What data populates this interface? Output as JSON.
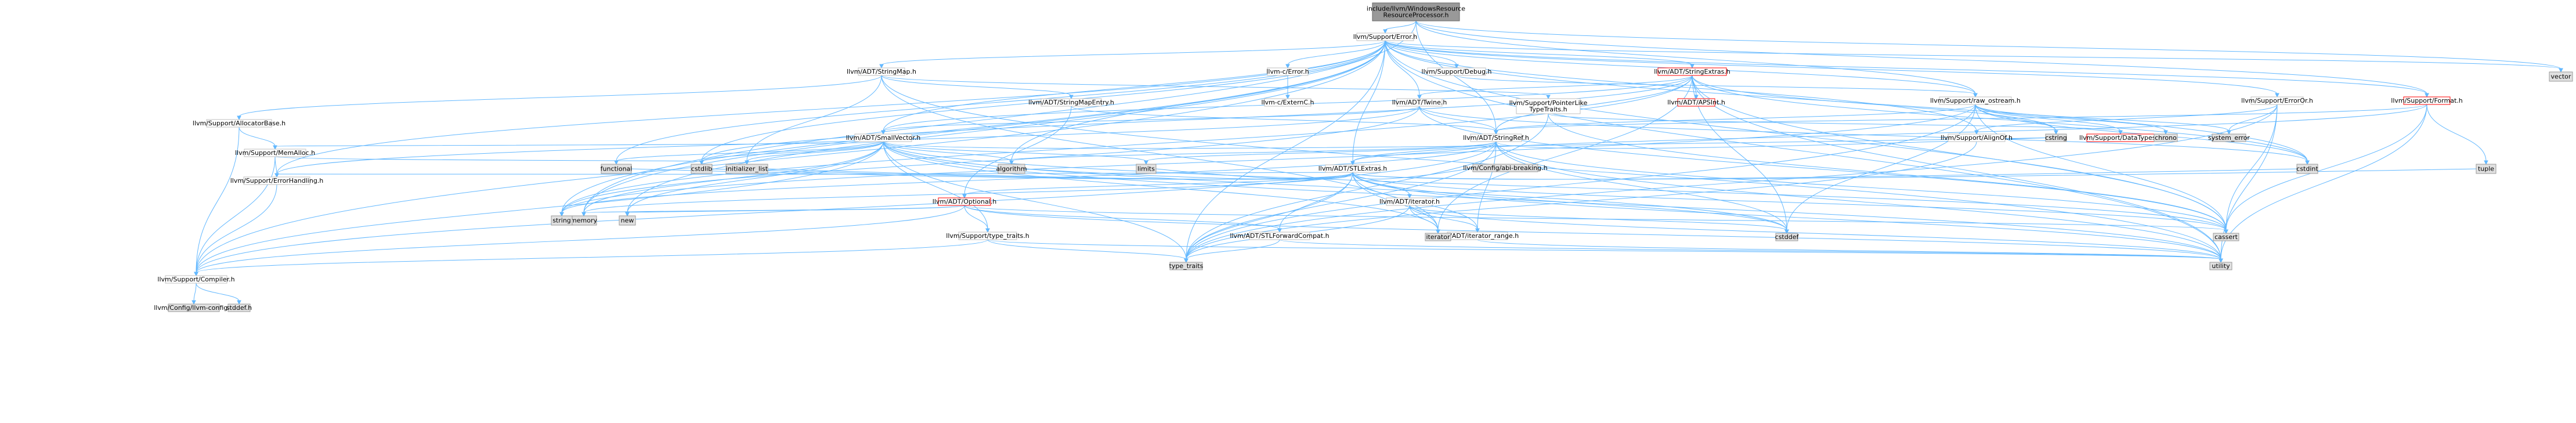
{
  "diagram": {
    "title": "include/llvm/WindowsResource/ResourceProcessor.h",
    "colors": {
      "edge": "#63b8ff",
      "node_fill": "#ffffff",
      "node_border": "#bfbfbf",
      "root_fill": "#999999",
      "external_fill": "#e0e0e0",
      "truncated_text": "#ff0000"
    },
    "nodes": [
      {
        "id": "root",
        "lines": [
          "include/llvm/WindowsResource",
          "ResourceProcessor.h"
        ],
        "kind": "root"
      },
      {
        "id": "error",
        "lines": [
          "llvm/Support/Error.h"
        ],
        "kind": "file"
      },
      {
        "id": "memory",
        "lines": [
          "memory"
        ],
        "kind": "external"
      },
      {
        "id": "vector",
        "lines": [
          "vector"
        ],
        "kind": "external"
      },
      {
        "id": "c_error",
        "lines": [
          "llvm-c/Error.h"
        ],
        "kind": "file"
      },
      {
        "id": "externc",
        "lines": [
          "llvm-c/ExternC.h"
        ],
        "kind": "file"
      },
      {
        "id": "stringextras",
        "lines": [
          "llvm/ADT/StringExtras.h"
        ],
        "kind": "truncated"
      },
      {
        "id": "apsint",
        "lines": [
          "llvm/ADT/APSInt.h"
        ],
        "kind": "truncated"
      },
      {
        "id": "smallvector",
        "lines": [
          "llvm/ADT/SmallVector.h"
        ],
        "kind": "file"
      },
      {
        "id": "stringmap",
        "lines": [
          "llvm/ADT/StringMap.h"
        ],
        "kind": "file"
      },
      {
        "id": "stringmapentry",
        "lines": [
          "llvm/ADT/StringMapEntry.h"
        ],
        "kind": "file"
      },
      {
        "id": "twine",
        "lines": [
          "llvm/ADT/Twine.h"
        ],
        "kind": "file"
      },
      {
        "id": "stringref",
        "lines": [
          "llvm/ADT/StringRef.h"
        ],
        "kind": "file"
      },
      {
        "id": "stlextras",
        "lines": [
          "llvm/ADT/STLExtras.h"
        ],
        "kind": "file"
      },
      {
        "id": "optional",
        "lines": [
          "llvm/ADT/Optional.h"
        ],
        "kind": "truncated"
      },
      {
        "id": "stlforward",
        "lines": [
          "llvm/ADT/STLForwardCompat.h"
        ],
        "kind": "file"
      },
      {
        "id": "iterator_h",
        "lines": [
          "llvm/ADT/iterator.h"
        ],
        "kind": "file"
      },
      {
        "id": "iterator_range",
        "lines": [
          "llvm/ADT/iterator_range.h"
        ],
        "kind": "file"
      },
      {
        "id": "typetraits",
        "lines": [
          "llvm/Support/type_traits.h"
        ],
        "kind": "file"
      },
      {
        "id": "compiler",
        "lines": [
          "llvm/Support/Compiler.h"
        ],
        "kind": "file"
      },
      {
        "id": "config",
        "lines": [
          "llvm/Config/llvm-config.h"
        ],
        "kind": "external"
      },
      {
        "id": "stddef",
        "lines": [
          "stddef.h"
        ],
        "kind": "external"
      },
      {
        "id": "allocbase",
        "lines": [
          "llvm/Support/AllocatorBase.h"
        ],
        "kind": "file"
      },
      {
        "id": "memalloc",
        "lines": [
          "llvm/Support/MemAlloc.h"
        ],
        "kind": "file"
      },
      {
        "id": "errhandling",
        "lines": [
          "llvm/Support/ErrorHandling.h"
        ],
        "kind": "file"
      },
      {
        "id": "debug",
        "lines": [
          "llvm/Support/Debug.h"
        ],
        "kind": "file"
      },
      {
        "id": "ptrlike",
        "lines": [
          "llvm/Support/PointerLike",
          "TypeTraits.h"
        ],
        "kind": "file"
      },
      {
        "id": "rawostream",
        "lines": [
          "llvm/Support/raw_ostream.h"
        ],
        "kind": "file"
      },
      {
        "id": "alignof",
        "lines": [
          "llvm/Support/AlignOf.h"
        ],
        "kind": "file"
      },
      {
        "id": "datatypes",
        "lines": [
          "llvm/Support/DataTypes.h"
        ],
        "kind": "truncated"
      },
      {
        "id": "erroror",
        "lines": [
          "llvm/Support/ErrorOr.h"
        ],
        "kind": "file"
      },
      {
        "id": "format",
        "lines": [
          "llvm/Support/Format.h"
        ],
        "kind": "truncated"
      },
      {
        "id": "abibreaking",
        "lines": [
          "llvm/Config/abi-breaking.h"
        ],
        "kind": "external"
      },
      {
        "id": "algorithm",
        "lines": [
          "algorithm"
        ],
        "kind": "external"
      },
      {
        "id": "cassert",
        "lines": [
          "cassert"
        ],
        "kind": "external"
      },
      {
        "id": "cstddef",
        "lines": [
          "cstddef"
        ],
        "kind": "external"
      },
      {
        "id": "cstdint",
        "lines": [
          "cstdint"
        ],
        "kind": "external"
      },
      {
        "id": "cstdlib",
        "lines": [
          "cstdlib"
        ],
        "kind": "external"
      },
      {
        "id": "cstring",
        "lines": [
          "cstring"
        ],
        "kind": "external"
      },
      {
        "id": "functional",
        "lines": [
          "functional"
        ],
        "kind": "external"
      },
      {
        "id": "initlist",
        "lines": [
          "initializer_list"
        ],
        "kind": "external"
      },
      {
        "id": "iterator",
        "lines": [
          "iterator"
        ],
        "kind": "external"
      },
      {
        "id": "limits",
        "lines": [
          "limits"
        ],
        "kind": "external"
      },
      {
        "id": "new",
        "lines": [
          "new"
        ],
        "kind": "external"
      },
      {
        "id": "string",
        "lines": [
          "string"
        ],
        "kind": "external"
      },
      {
        "id": "typetraits_std",
        "lines": [
          "type_traits"
        ],
        "kind": "external"
      },
      {
        "id": "utility",
        "lines": [
          "utility"
        ],
        "kind": "external"
      },
      {
        "id": "tuple",
        "lines": [
          "tuple"
        ],
        "kind": "external"
      },
      {
        "id": "chrono",
        "lines": [
          "chrono"
        ],
        "kind": "external"
      },
      {
        "id": "systemerror",
        "lines": [
          "system_error"
        ],
        "kind": "external"
      }
    ]
  }
}
